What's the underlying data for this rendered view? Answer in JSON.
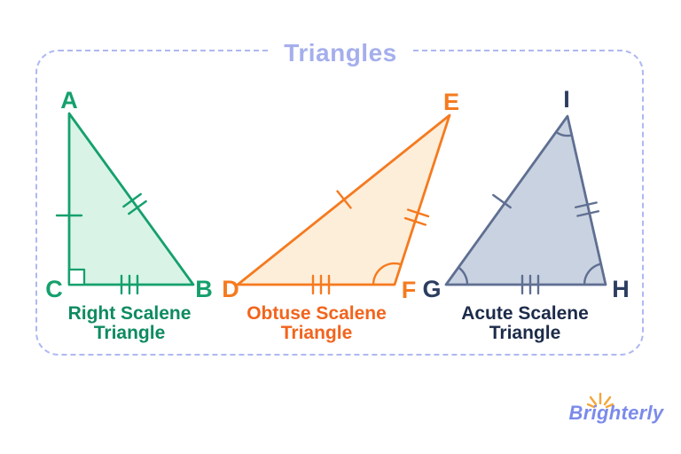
{
  "title": "Triangles",
  "frame": {
    "border_color": "#aeb8f1",
    "title_color": "#a5afed"
  },
  "triangles": [
    {
      "id": "right-scalene",
      "caption": [
        "Right Scalene",
        "Triangle"
      ],
      "vertices": [
        "A",
        "C",
        "B"
      ],
      "colors": {
        "stroke": "#15a06d",
        "fill": "#d9f4e7",
        "label": "#15a06d",
        "caption": "#0e8b5f"
      },
      "marks": {
        "tick_counts_per_side": [
          1,
          2,
          3
        ],
        "angle_marker": "right-angle-square-at-C"
      }
    },
    {
      "id": "obtuse-scalene",
      "caption": [
        "Obtuse Scalene",
        "Triangle"
      ],
      "vertices": [
        "E",
        "D",
        "F"
      ],
      "colors": {
        "stroke": "#f57a1f",
        "fill": "#fdeeda",
        "label": "#f57a1f",
        "caption": "#f2641c"
      },
      "marks": {
        "tick_counts_per_side": [
          1,
          2,
          3
        ],
        "angle_marker": "arc-at-F"
      }
    },
    {
      "id": "acute-scalene",
      "caption": [
        "Acute Scalene",
        "Triangle"
      ],
      "vertices": [
        "I",
        "G",
        "H"
      ],
      "colors": {
        "stroke": "#5f6f92",
        "fill": "#c9d2e0",
        "label": "#2c3d60",
        "caption": "#1c2b4a"
      },
      "marks": {
        "tick_counts_per_side": [
          1,
          2,
          3
        ],
        "angle_marker": "arcs-at-I-G-H"
      }
    }
  ],
  "logo": {
    "text": "Brighterly",
    "color": "#7b8bea",
    "sun_color": "#f3a63a"
  }
}
